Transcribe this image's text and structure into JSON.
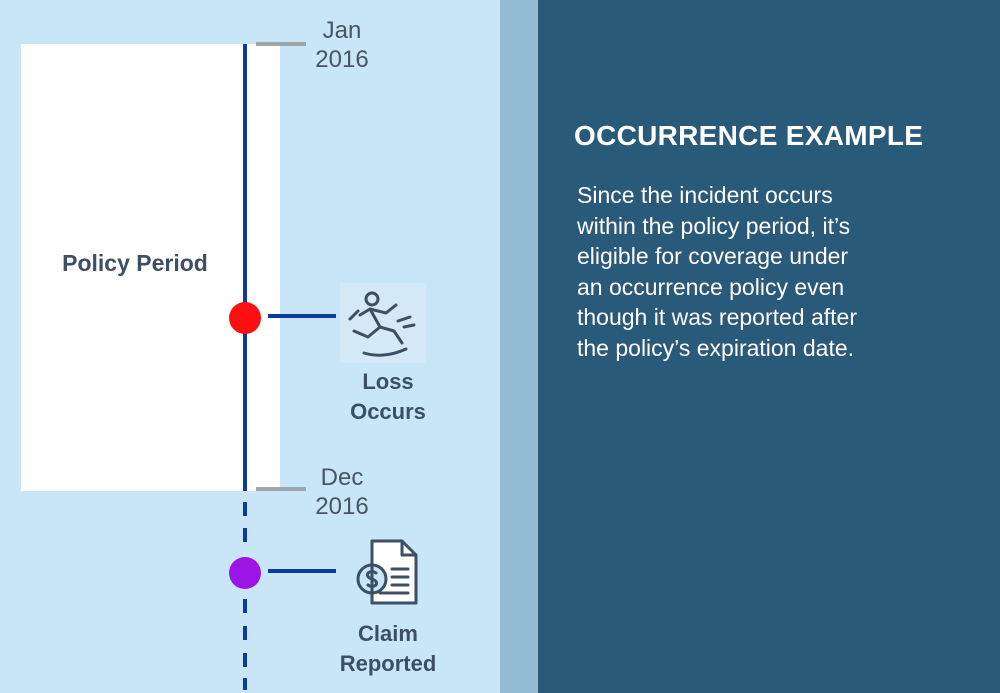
{
  "diagram": {
    "policy_label": "Policy Period",
    "start_date": {
      "month": "Jan",
      "year": "2016"
    },
    "end_date": {
      "month": "Dec",
      "year": "2016"
    },
    "events": [
      {
        "line1": "Loss",
        "line2": "Occurs",
        "icon": "slip-fall-icon",
        "marker_color": "#ff0f0f"
      },
      {
        "line1": "Claim",
        "line2": "Reported",
        "icon": "invoice-dollar-icon",
        "marker_color": "#9b16e6"
      }
    ],
    "colors": {
      "timeline": "#0e3a9a",
      "left_bg": "#c9e5f8",
      "right_bg": "#295a7a",
      "label_text": "#3c4f63"
    }
  },
  "panel": {
    "title": "OCCURRENCE EXAMPLE",
    "body_lines": [
      "Since the incident occurs",
      "within the policy period, it’s",
      "eligible for coverage under",
      "an occurrence policy even",
      "though it was reported after",
      "the policy’s expiration date."
    ]
  }
}
